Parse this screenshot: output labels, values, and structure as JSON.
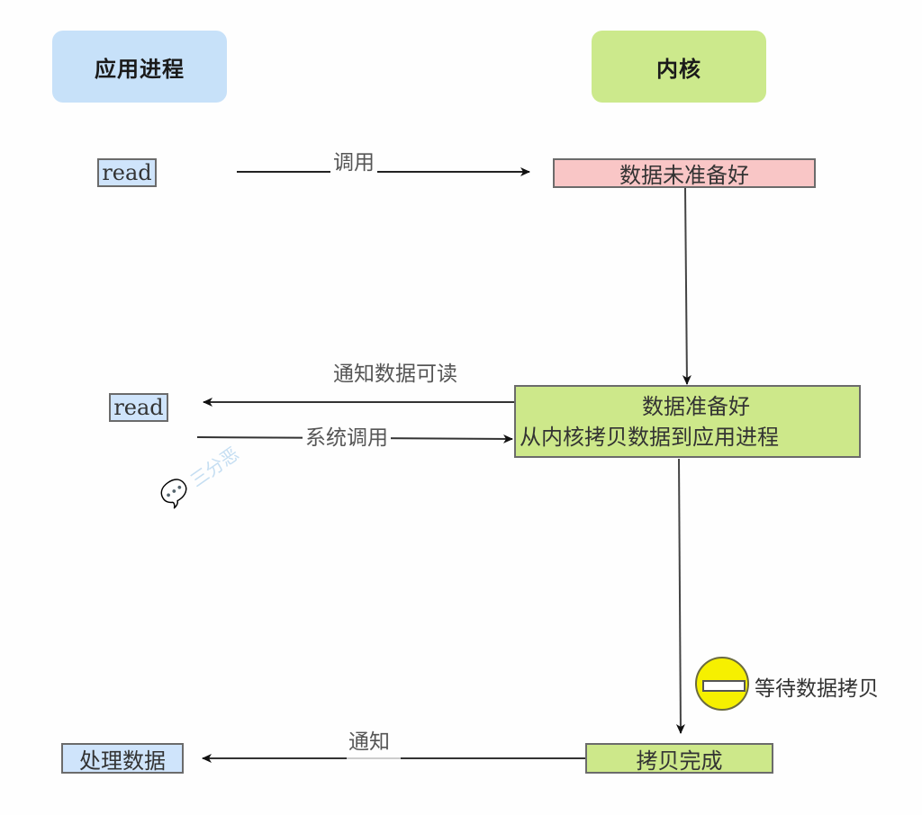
{
  "headers": {
    "app_process": "应用进程",
    "kernel": "内核"
  },
  "nodes": {
    "read_1": "read",
    "read_2": "read",
    "process_data": "处理数据",
    "data_not_ready": "数据未准备好",
    "data_ready_line1": "数据准备好",
    "data_ready_line2": "从内核拷贝数据到应用进程",
    "copy_done": "拷贝完成"
  },
  "edges": {
    "call": "调用",
    "notify_readable": "通知数据可读",
    "system_call": "系统调用",
    "notify": "通知"
  },
  "wait": {
    "icon": "no-entry-icon",
    "label": "等待数据拷贝"
  },
  "watermark": {
    "icon": "wechat-icon",
    "text": "三分恶"
  },
  "colors": {
    "app_header": "#c7e1f9",
    "kernel_header": "#cce98c",
    "app_node": "#cfe4fb",
    "not_ready": "#f9c6c6",
    "kernel_node": "#cde88a",
    "wait_icon": "#f6f000"
  }
}
